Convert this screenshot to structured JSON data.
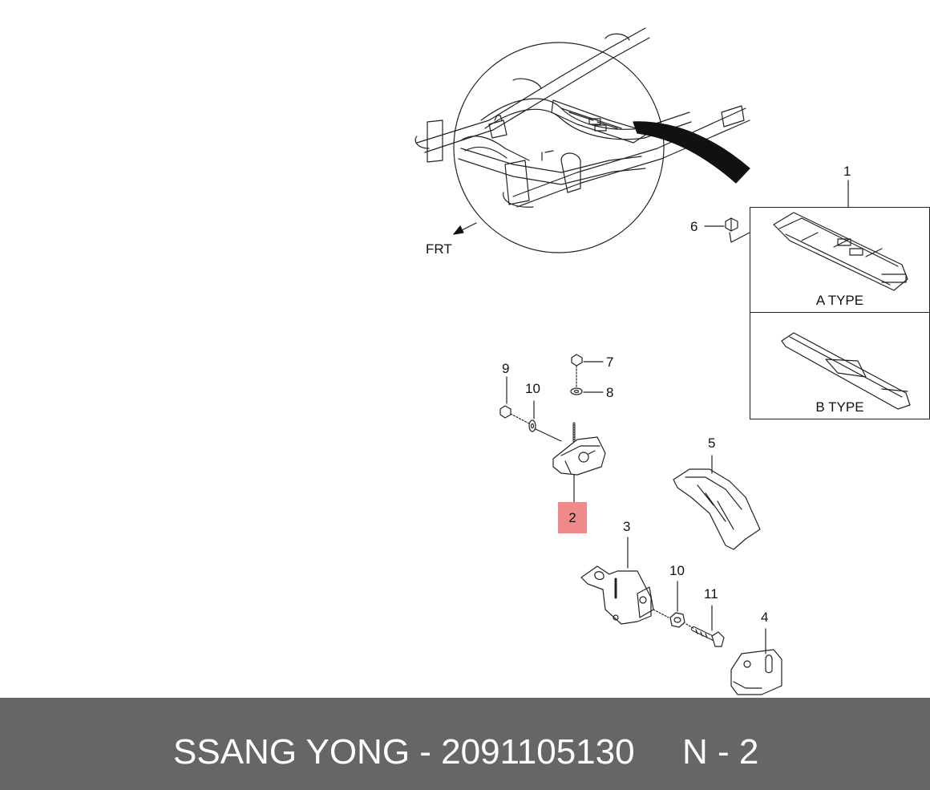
{
  "callouts": {
    "c1": "1",
    "c2": "2",
    "c3": "3",
    "c4": "4",
    "c5": "5",
    "c6": "6",
    "c7": "7",
    "c8": "8",
    "c9": "9",
    "c10a": "10",
    "c10b": "10",
    "c11": "11"
  },
  "direction_label": "FRT",
  "variants": {
    "a_type": "A TYPE",
    "b_type": "B TYPE"
  },
  "highlight_color": "#f08a8a",
  "footer": {
    "part_text": "SSANG YONG - 2091105130",
    "page_text": "N - 2",
    "background": "#666666"
  }
}
